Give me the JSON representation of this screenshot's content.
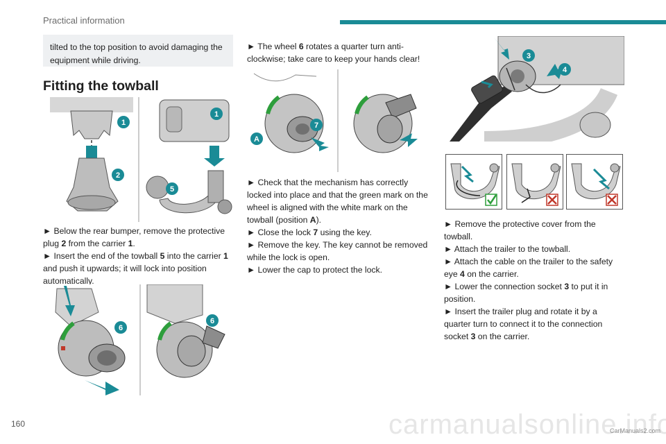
{
  "header": {
    "section_title": "Practical information",
    "accent_color": "#1a8b96"
  },
  "callout": {
    "text": "tilted to the top position to avoid damaging the equipment while driving."
  },
  "section_heading": "Fitting the towball",
  "col1": {
    "step1": {
      "bullet": "►",
      "pre": " Below the rear bumper, remove the protective plug ",
      "n1": "2",
      "mid": " from the carrier ",
      "n2": "1",
      "post": "."
    },
    "step2": {
      "bullet": "►",
      "pre": " Insert the end of the towball ",
      "n1": "5",
      "mid": " into the carrier ",
      "n2": "1",
      "post": " and push it upwards; it will lock into position automatically."
    },
    "figure_top_badges": [
      "1",
      "2",
      "1",
      "5"
    ],
    "figure_bottom_badges": [
      "6",
      "6"
    ]
  },
  "col2": {
    "step1": {
      "bullet": "►",
      "pre": " The wheel ",
      "n1": "6",
      "post": " rotates a quarter turn anti-clockwise; take care to keep your hands clear!"
    },
    "figure_badges": [
      "A",
      "7"
    ],
    "step2": {
      "bullet": "►",
      "pre": " Check that the mechanism has correctly locked into place and that the green mark on the wheel is aligned with the white mark on the towball (position ",
      "n1": "A",
      "post": ")."
    },
    "step3": {
      "bullet": "►",
      "pre": " Close the lock ",
      "n1": "7",
      "post": " using the key."
    },
    "step4": {
      "bullet": "►",
      "text": " Remove the key. The key cannot be removed while the lock is open."
    },
    "step5": {
      "bullet": "►",
      "text": " Lower the cap to protect the lock."
    }
  },
  "col3": {
    "figure_badges": [
      "3",
      "4"
    ],
    "step1": {
      "bullet": "►",
      "text": " Remove the protective cover from the towball."
    },
    "step2": {
      "bullet": "►",
      "text": " Attach the trailer to the towball."
    },
    "step3": {
      "bullet": "►",
      "pre": " Attach the cable on the trailer to the safety eye ",
      "n1": "4",
      "post": " on the carrier."
    },
    "step4": {
      "bullet": "►",
      "pre": " Lower the connection socket ",
      "n1": "3",
      "post": " to put it in position."
    },
    "step5": {
      "bullet": "►",
      "pre": " Insert the trailer plug and rotate it by a quarter turn to connect it to the connection socket ",
      "n1": "3",
      "post": " on the carrier."
    }
  },
  "footer": {
    "page_number": "160",
    "watermark": "CarManuals2.com",
    "site_watermark": "carmanualsonline.info"
  }
}
